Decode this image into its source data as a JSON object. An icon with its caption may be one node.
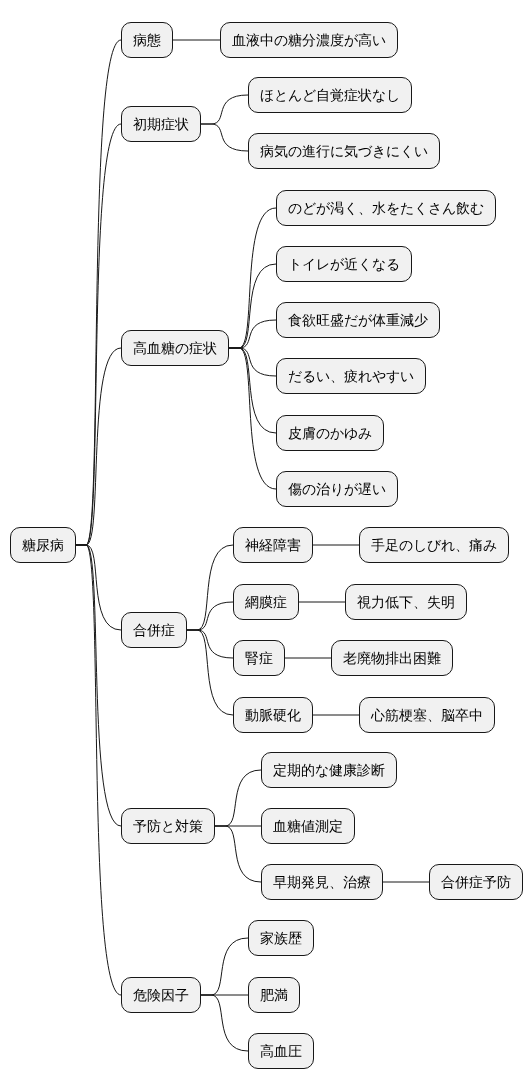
{
  "diagram": {
    "nodes": [
      {
        "text": [
          "糖尿病"
        ]
      },
      {
        "text": [
          "病態"
        ]
      },
      {
        "text": [
          "血液中の糖分濃度が高い"
        ]
      },
      {
        "text": [
          "初期症状"
        ]
      },
      {
        "text": [
          "ほとんど自覚症状なし"
        ]
      },
      {
        "text": [
          "病気の進行に気づきにくい"
        ]
      },
      {
        "text": [
          "高血糖の症状"
        ]
      },
      {
        "text": [
          "のどが渇く、水をたくさん飲む"
        ]
      },
      {
        "text": [
          "トイレが近くなる"
        ]
      },
      {
        "text": [
          "食欲旺盛だが体重減少"
        ]
      },
      {
        "text": [
          "だるい、疲れやすい"
        ]
      },
      {
        "text": [
          "皮膚のかゆみ"
        ]
      },
      {
        "text": [
          "傷の治りが遅い"
        ]
      },
      {
        "text": [
          "合併症"
        ]
      },
      {
        "text": [
          "神経障害"
        ]
      },
      {
        "text": [
          "手足のしびれ、痛み"
        ]
      },
      {
        "text": [
          "網膜症"
        ]
      },
      {
        "text": [
          "視力低下、失明"
        ]
      },
      {
        "text": [
          "腎症"
        ]
      },
      {
        "text": [
          "老廃物排出困難"
        ]
      },
      {
        "text": [
          "動脈硬化"
        ]
      },
      {
        "text": [
          "心筋梗塞、脳卒中"
        ]
      },
      {
        "text": [
          "予防と対策"
        ]
      },
      {
        "text": [
          "定期的な健康診断"
        ]
      },
      {
        "text": [
          "血糖値測定"
        ]
      },
      {
        "text": [
          "早期発見、治療"
        ]
      },
      {
        "text": [
          "合併症予防"
        ]
      },
      {
        "text": [
          "危険因子"
        ]
      },
      {
        "text": [
          "家族歴"
        ]
      },
      {
        "text": [
          "肥満"
        ]
      },
      {
        "text": [
          "高血圧"
        ]
      }
    ],
    "edges": [
      {
        "from": 0,
        "to": 1,
        "arrow": "none"
      },
      {
        "from": 1,
        "to": 2,
        "arrow": "none"
      },
      {
        "from": 0,
        "to": 3,
        "arrow": "none"
      },
      {
        "from": 3,
        "to": 4,
        "arrow": "none"
      },
      {
        "from": 3,
        "to": 5,
        "arrow": "none"
      },
      {
        "from": 0,
        "to": 6,
        "arrow": "none"
      },
      {
        "from": 6,
        "to": 7,
        "arrow": "none"
      },
      {
        "from": 6,
        "to": 8,
        "arrow": "none"
      },
      {
        "from": 6,
        "to": 9,
        "arrow": "none"
      },
      {
        "from": 6,
        "to": 10,
        "arrow": "none"
      },
      {
        "from": 6,
        "to": 11,
        "arrow": "none"
      },
      {
        "from": 6,
        "to": 12,
        "arrow": "none"
      },
      {
        "from": 0,
        "to": 13,
        "arrow": "none"
      },
      {
        "from": 13,
        "to": 14,
        "arrow": "none"
      },
      {
        "from": 14,
        "to": 15,
        "arrow": "none"
      },
      {
        "from": 13,
        "to": 16,
        "arrow": "none"
      },
      {
        "from": 16,
        "to": 17,
        "arrow": "none"
      },
      {
        "from": 13,
        "to": 18,
        "arrow": "none"
      },
      {
        "from": 18,
        "to": 19,
        "arrow": "none"
      },
      {
        "from": 13,
        "to": 20,
        "arrow": "none"
      },
      {
        "from": 20,
        "to": 21,
        "arrow": "none"
      },
      {
        "from": 0,
        "to": 22,
        "arrow": "none"
      },
      {
        "from": 22,
        "to": 23,
        "arrow": "none"
      },
      {
        "from": 22,
        "to": 24,
        "arrow": "none"
      },
      {
        "from": 22,
        "to": 25,
        "arrow": "none"
      },
      {
        "from": 25,
        "to": 26,
        "arrow": "none"
      },
      {
        "from": 0,
        "to": 27,
        "arrow": "none"
      },
      {
        "from": 27,
        "to": 28,
        "arrow": "none"
      },
      {
        "from": 27,
        "to": 29,
        "arrow": "none"
      },
      {
        "from": 27,
        "to": 30,
        "arrow": "none"
      }
    ]
  }
}
